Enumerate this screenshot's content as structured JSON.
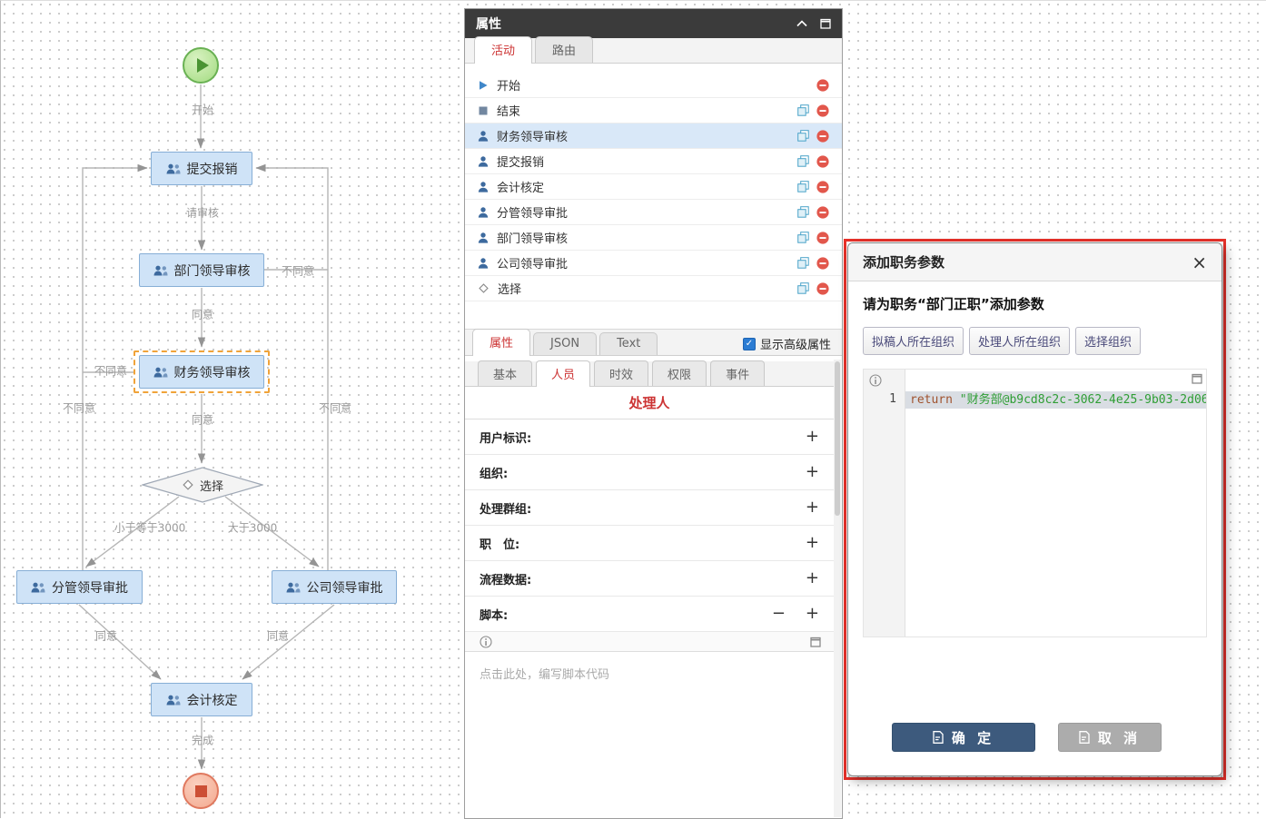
{
  "flow": {
    "start_label": "开始",
    "end_label": "完成",
    "nodes": {
      "submit": "提交报销",
      "dept_review": "部门领导审核",
      "finance_review": "财务领导审核",
      "choice": "选择",
      "manager_approve": "分管领导审批",
      "company_approve": "公司领导审批",
      "accounting": "会计核定"
    },
    "labels": {
      "please_review": "请审核",
      "agree": "同意",
      "disagree": "不同意",
      "lte_3000": "小于等于3000",
      "gt_3000": "大于3000"
    }
  },
  "panel": {
    "title": "属性",
    "window_tabs": {
      "activity": "活动",
      "route": "路由"
    },
    "activities": [
      {
        "label": "开始"
      },
      {
        "label": "结束"
      },
      {
        "label": "财务领导审核"
      },
      {
        "label": "提交报销"
      },
      {
        "label": "会计核定"
      },
      {
        "label": "分管领导审批"
      },
      {
        "label": "部门领导审核"
      },
      {
        "label": "公司领导审批"
      },
      {
        "label": "选择"
      }
    ],
    "detail_tabs": {
      "props": "属性",
      "json": "JSON",
      "text": "Text"
    },
    "advanced_label": "显示高级属性",
    "sub_tabs": {
      "basic": "基本",
      "person": "人员",
      "time": "时效",
      "perm": "权限",
      "event": "事件"
    },
    "handler_title": "处理人",
    "fields": {
      "user_id": "用户标识:",
      "org": "组织:",
      "group": "处理群组:",
      "position": "职　位:",
      "flow_data": "流程数据:",
      "script": "脚本:"
    },
    "script_placeholder": "点击此处，编写脚本代码"
  },
  "dialog": {
    "title": "添加职务参数",
    "prompt": "请为职务“部门正职”添加参数",
    "org_buttons": {
      "drafter": "拟稿人所在组织",
      "handler": "处理人所在组织",
      "select": "选择组织"
    },
    "editor": {
      "line": "1",
      "keyword": "return",
      "string": "\"财务部@b9cd8c2c-3062-4e25-9b03-2d06"
    },
    "confirm_label": "确 定",
    "cancel_label": "取 消"
  },
  "icons": {
    "plus": "+",
    "minus": "−",
    "close": "×",
    "check": "✓"
  },
  "colors": {
    "accent_red": "#cc3333",
    "node_fill": "#cfe3f7",
    "node_border": "#86aed6",
    "selected_row": "#d9e8f8",
    "selection_dashed": "#f0a339",
    "start_green": "#69b153",
    "end_red": "#e0795f",
    "highlight_border": "#e8312a",
    "confirm_button": "#3d5a7d",
    "code_keyword": "#a0522d",
    "code_string": "#2f9e35"
  }
}
